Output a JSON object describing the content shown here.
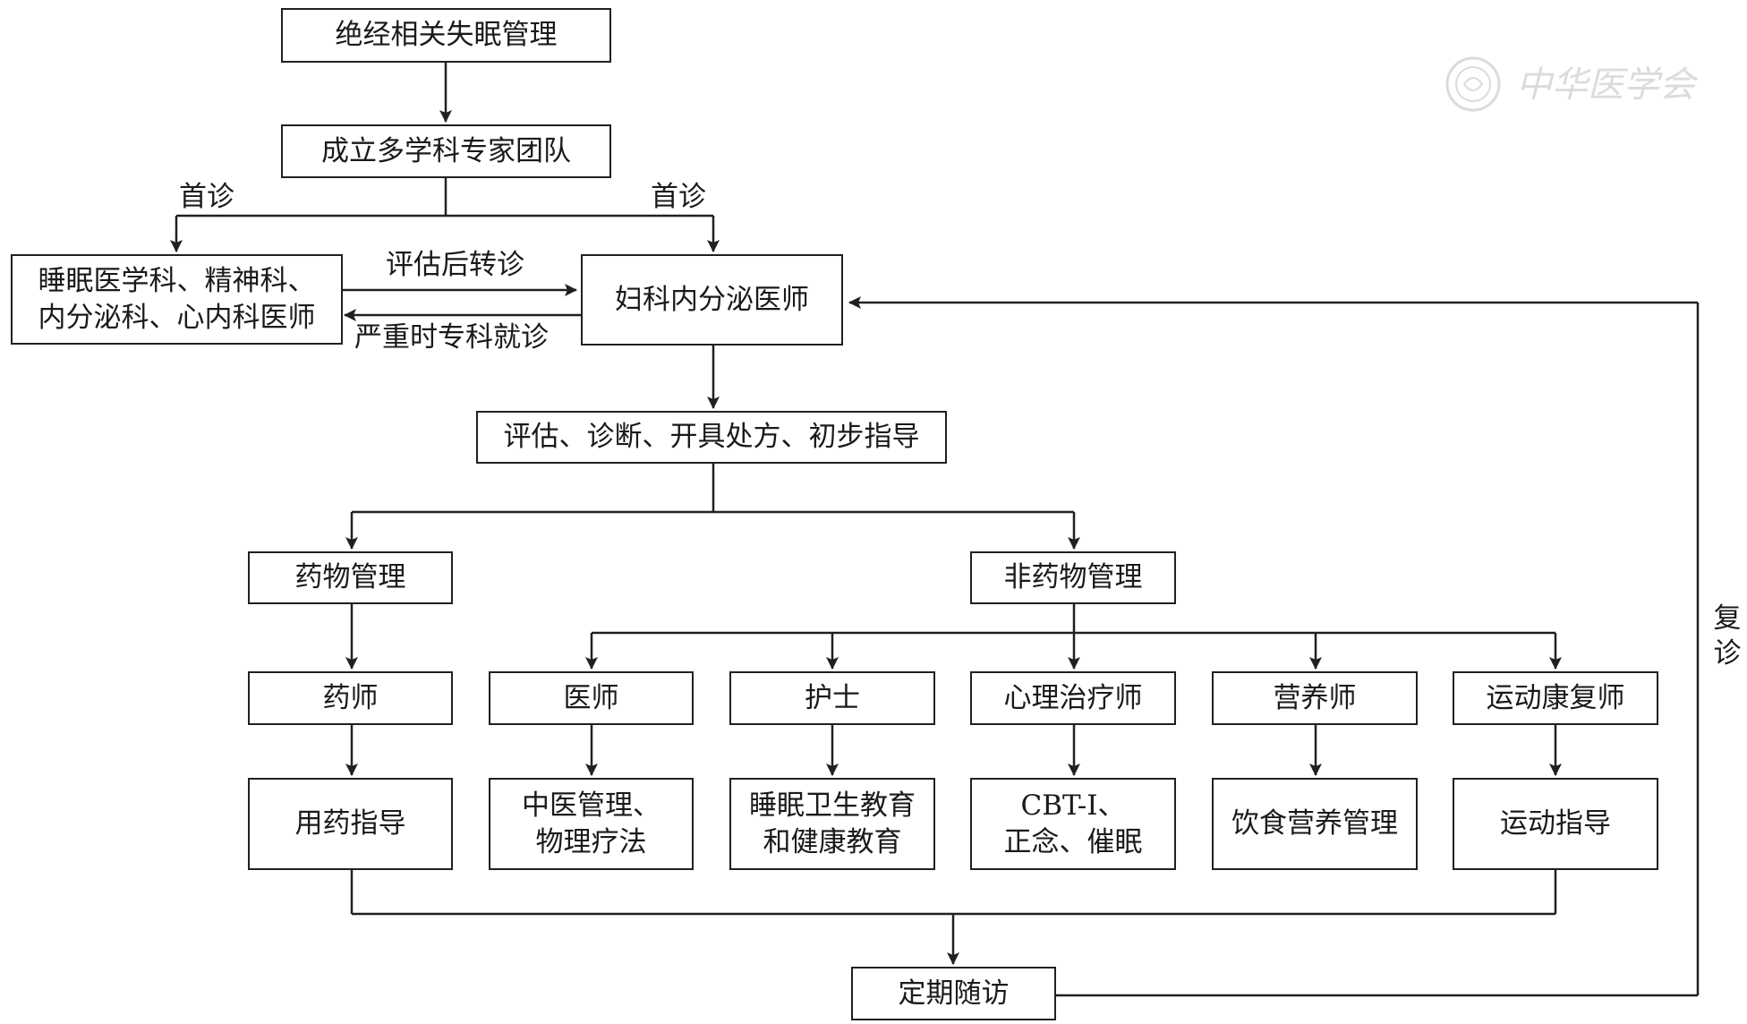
{
  "watermark": {
    "text": "中华医学会"
  },
  "boxes": {
    "title": "绝经相关失眠管理",
    "team": "成立多学科专家团队",
    "specialist_lines": [
      "睡眠医学科、精神科、",
      "内分泌科、心内科医师"
    ],
    "gyn": "妇科内分泌医师",
    "assess": "评估、诊断、开具处方、初步指导",
    "drug_mgmt": "药物管理",
    "nondrug_mgmt": "非药物管理",
    "pharmacist": "药师",
    "doctor": "医师",
    "nurse": "护士",
    "psych": "心理治疗师",
    "dietitian": "营养师",
    "rehab": "运动康复师",
    "med_guide": "用药指导",
    "tcm_lines": [
      "中医管理、",
      "物理疗法"
    ],
    "sleep_edu_lines": [
      "睡眠卫生教育",
      "和健康教育"
    ],
    "cbt_lines": [
      "CBT-I、",
      "正念、催眠"
    ],
    "diet_mgmt": "饮食营养管理",
    "exercise_guide": "运动指导",
    "followup": "定期随访"
  },
  "labels": {
    "first_visit_left": "首诊",
    "first_visit_right": "首诊",
    "referral_after_assessment": "评估后转诊",
    "severe_specialist": "严重时专科就诊",
    "revisit": "复诊"
  }
}
